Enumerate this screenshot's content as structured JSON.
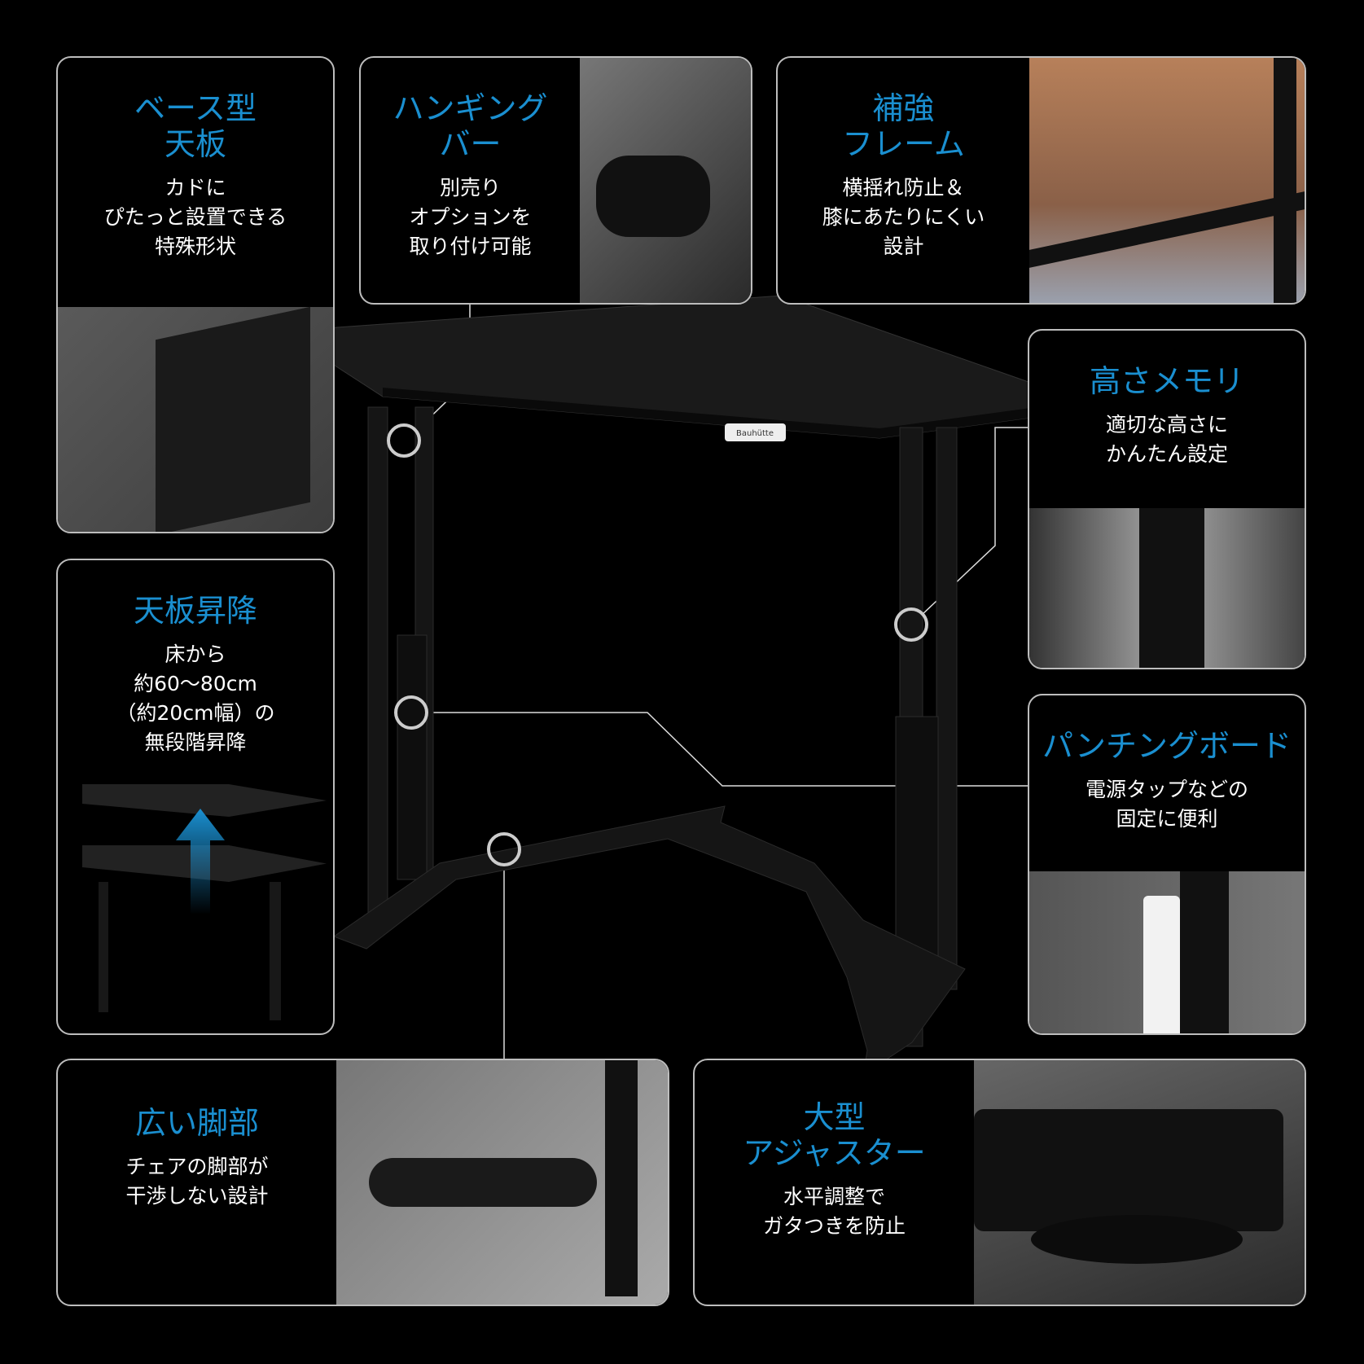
{
  "accent_color": "#1a8fd0",
  "brand_label": "Bauhütte",
  "features": [
    {
      "title": "ベース型\n天板",
      "desc": "カドに\nぴたっと設置できる\n特殊形状"
    },
    {
      "title": "ハンギング\nバー",
      "desc": "別売り\nオプションを\n取り付け可能"
    },
    {
      "title": "補強\nフレーム",
      "desc": "横揺れ防止＆\n膝にあたりにくい\n設計"
    },
    {
      "title": "高さメモリ",
      "desc": "適切な高さに\nかんたん設定"
    },
    {
      "title": "天板昇降",
      "desc": "床から\n約60〜80cm\n（約20cm幅）の\n無段階昇降"
    },
    {
      "title": "パンチングボード",
      "desc": "電源タップなどの\n固定に便利"
    },
    {
      "title": "広い脚部",
      "desc": "チェアの脚部が\n干渉しない設計"
    },
    {
      "title": "大型\nアジャスター",
      "desc": "水平調整で\nガタつきを防止"
    }
  ]
}
